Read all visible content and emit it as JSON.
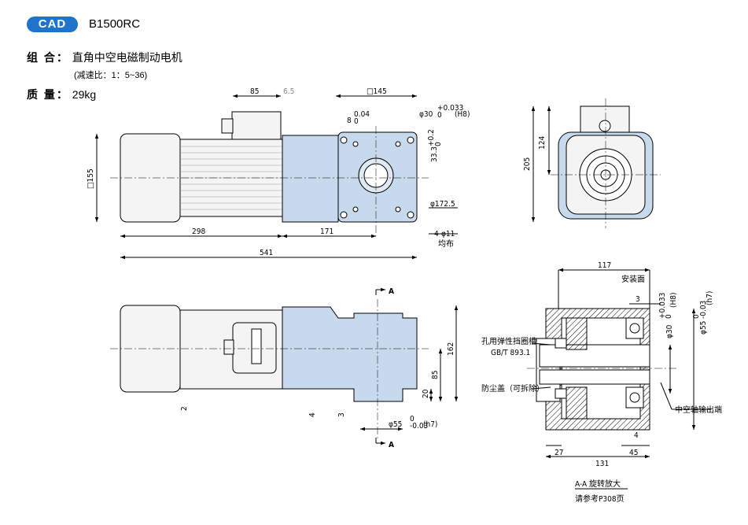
{
  "header": {
    "badge": "CAD",
    "model": "B1500RC"
  },
  "specs": {
    "combo_label": "组 合：",
    "combo_value": "直角中空电磁制动电机",
    "ratio_note": "(减速比：1：5~36)",
    "mass_label": "质 量：",
    "mass_value": "29kg"
  },
  "front_view": {
    "dims": [
      "85",
      "6.5",
      "□145",
      "8",
      "0.04",
      "0",
      "φ30",
      "+0.033",
      "0",
      "(H8)",
      "33.3",
      "+0.2",
      "0",
      "□155",
      "298",
      "171",
      "541",
      "φ172.5",
      "4-φ11",
      "均布"
    ]
  },
  "side_view": {
    "dims": [
      "124",
      "205"
    ]
  },
  "bottom_view": {
    "dims": [
      "A",
      "A",
      "162",
      "85",
      "20",
      "2",
      "4",
      "3",
      "φ55",
      "0",
      "-0.03",
      "(h7)"
    ]
  },
  "section_view": {
    "dims": [
      "117",
      "安装面",
      "3",
      "φ30",
      "+0.033",
      "0",
      "(H8)",
      "φ55",
      "0",
      "-0.03",
      "(h7)",
      "4",
      "45",
      "27",
      "131"
    ],
    "callouts": [
      "孔用弹性挡圈槽",
      "GB/T 893.1",
      "防尘盖（可拆除）",
      "中空轴输出端"
    ],
    "caption_title": "A-A 旋转放大",
    "caption_ref": "请参考P308页"
  },
  "colors": {
    "accent": "#1f73c9",
    "housing": "#c7d9ec",
    "motor": "#f4f4f4",
    "line": "#000000"
  }
}
